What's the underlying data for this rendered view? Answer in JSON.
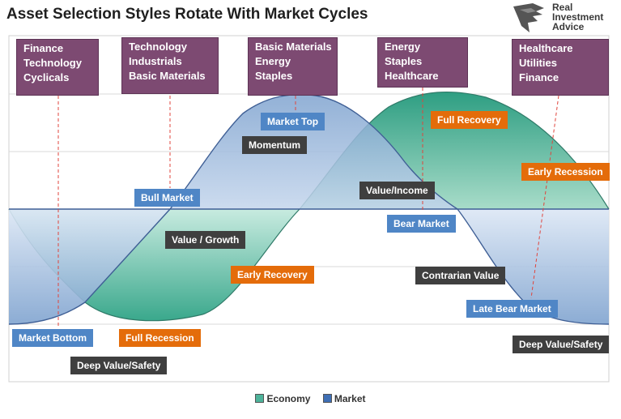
{
  "title": "Asset Selection Styles Rotate With Market Cycles",
  "logo": {
    "lines": [
      "Real",
      "Investment",
      "Advice"
    ],
    "icon": "eagle-icon"
  },
  "colors": {
    "sector_box": "#7d4a72",
    "market_fill": "#8faed4",
    "market_line": "#3f5f95",
    "economy_fill": "#5fb5a0",
    "economy_line": "#2f7a68",
    "phase_blue": "#4f86c6",
    "style_dark": "#3f3f3f",
    "econ_orange": "#e46c0a"
  },
  "sectors": [
    {
      "lines": [
        "Finance",
        "Technology",
        "Cyclicals"
      ]
    },
    {
      "lines": [
        "Technology",
        "Industrials",
        "Basic Materials"
      ]
    },
    {
      "lines": [
        "Basic Materials",
        "Energy",
        "Staples"
      ]
    },
    {
      "lines": [
        "Energy",
        "Staples",
        "Healthcare"
      ]
    },
    {
      "lines": [
        "Healthcare",
        "Utilities",
        "Finance"
      ]
    }
  ],
  "market_phases": [
    "Market Bottom",
    "Bull Market",
    "Market Top",
    "Bear Market",
    "Late Bear Market"
  ],
  "styles": [
    "Deep Value/Safety",
    "Value / Growth",
    "Momentum",
    "Value/Income",
    "Contrarian Value",
    "Deep Value/Safety"
  ],
  "economy_phases": [
    "Full Recession",
    "Early Recovery",
    "Full Recovery",
    "Early Recession"
  ],
  "legend": [
    {
      "label": "Economy",
      "color": "#4db39a"
    },
    {
      "label": "Market",
      "color": "#3f6fb5"
    }
  ],
  "chart_data": {
    "type": "area",
    "series": [
      {
        "name": "Economy",
        "x": [
          0,
          0.5,
          1,
          1.5,
          2,
          2.5,
          3,
          3.5,
          4,
          4.5,
          5,
          5.5,
          6,
          6.5,
          7,
          7.5,
          8
        ],
        "values": [
          0,
          -1.5,
          -1.9,
          -1.95,
          -1.8,
          -1.5,
          -0.9,
          0,
          0.9,
          1.5,
          1.85,
          1.95,
          1.8,
          1.3,
          0.6,
          0,
          -0.3
        ]
      },
      {
        "name": "Market",
        "x": [
          0,
          0.5,
          1,
          1.5,
          2,
          2.5,
          3,
          3.5,
          4,
          4.5,
          5,
          5.5,
          6,
          6.5,
          7,
          7.5,
          8
        ],
        "values": [
          -2,
          -1.9,
          -1.6,
          -0.9,
          0,
          0.9,
          1.6,
          1.95,
          1.9,
          1.4,
          0.6,
          -0.4,
          -1.2,
          -1.7,
          -1.95,
          -2,
          -2
        ]
      }
    ]
  }
}
